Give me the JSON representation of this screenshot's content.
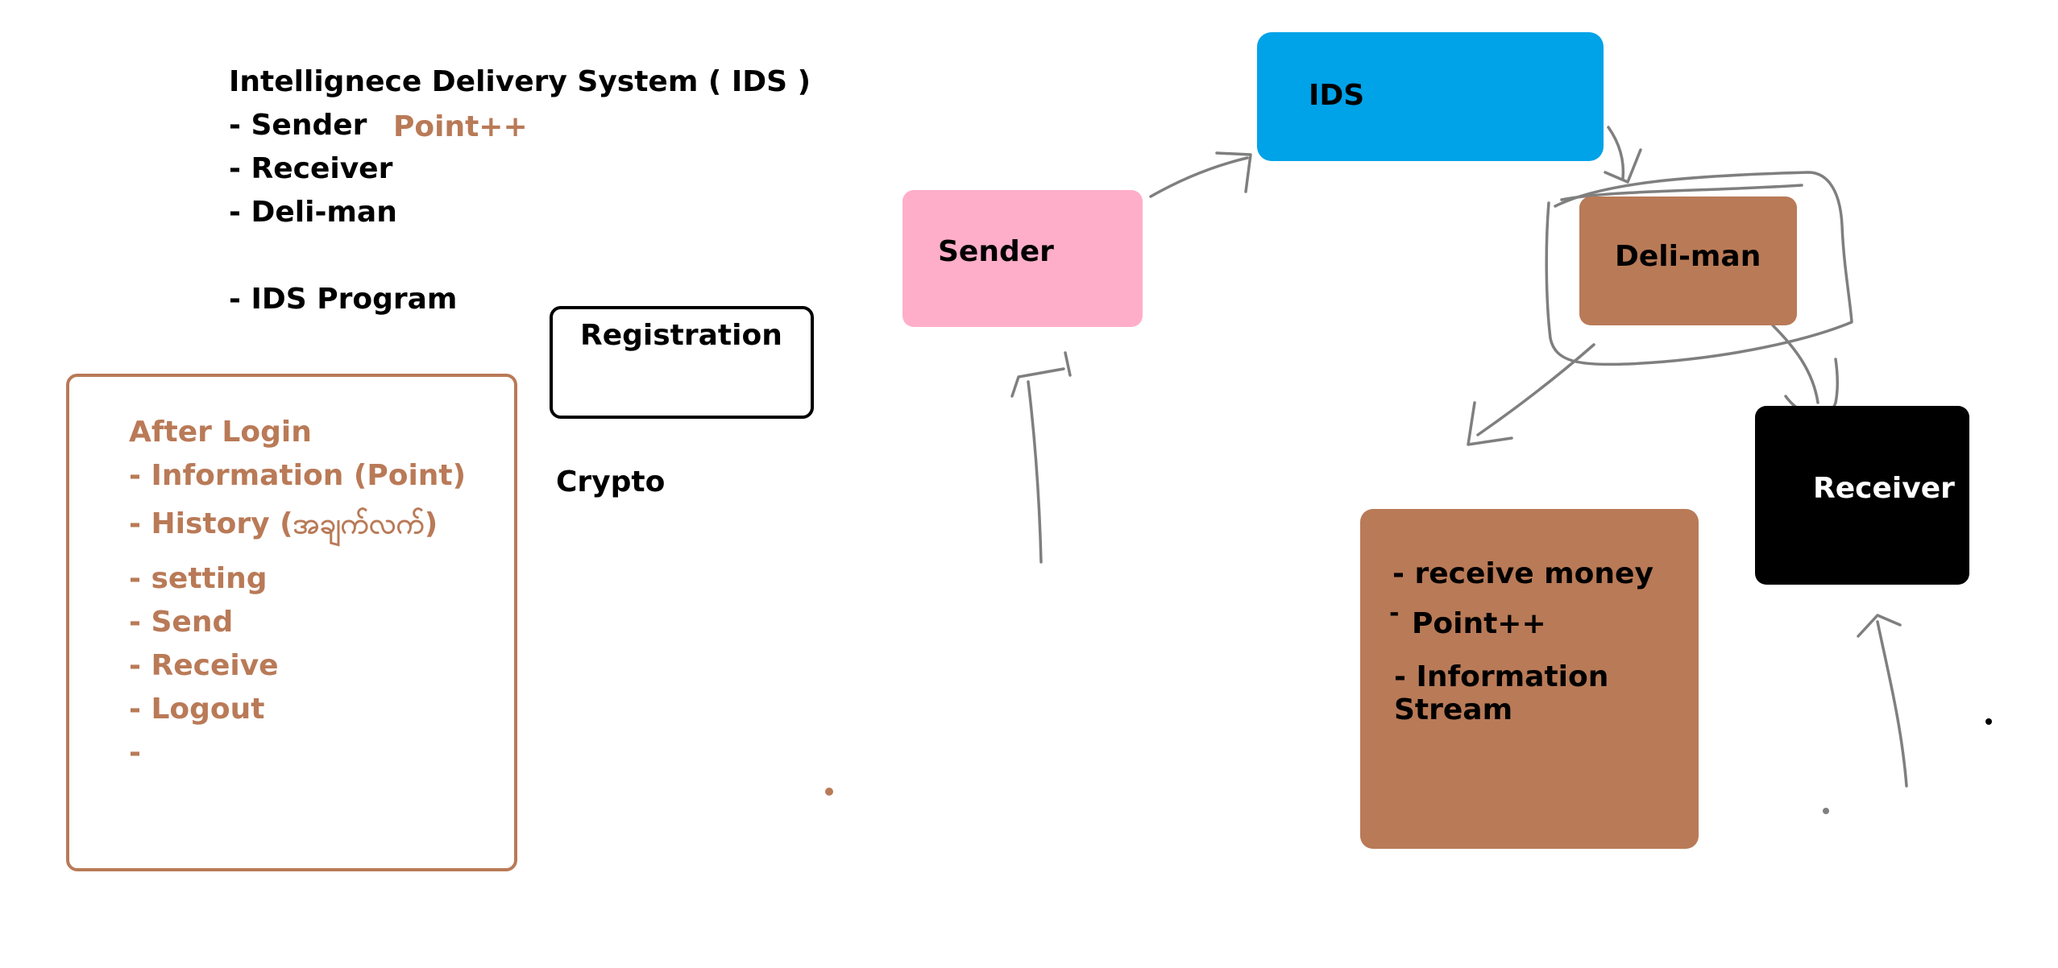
{
  "intro": {
    "title": "Intellignece Delivery System ( IDS )",
    "items": [
      "-  Sender",
      "- Receiver",
      "- Deli-man",
      "- IDS Program"
    ],
    "sender_note": "Point++"
  },
  "after_login": {
    "heading": "After Login",
    "items": [
      "- Information (Point)",
      "- History (အချက်လက်)",
      "- setting",
      "- Send",
      "- Receive",
      "- Logout",
      "-"
    ]
  },
  "registration": {
    "label": "Registration"
  },
  "crypto": {
    "label": "Crypto"
  },
  "diagram": {
    "ids": "IDS",
    "sender": "Sender",
    "deliman": "Deli-man",
    "receiver": "Receiver",
    "info_items": [
      "- receive money",
      "Point++",
      "- Information Stream"
    ],
    "info_dash": "-"
  },
  "colors": {
    "brown": "#b97a57",
    "blue": "#00a2e8",
    "pink": "#ffaec9",
    "black": "#000000",
    "pen_gray": "#7f7f7f"
  }
}
